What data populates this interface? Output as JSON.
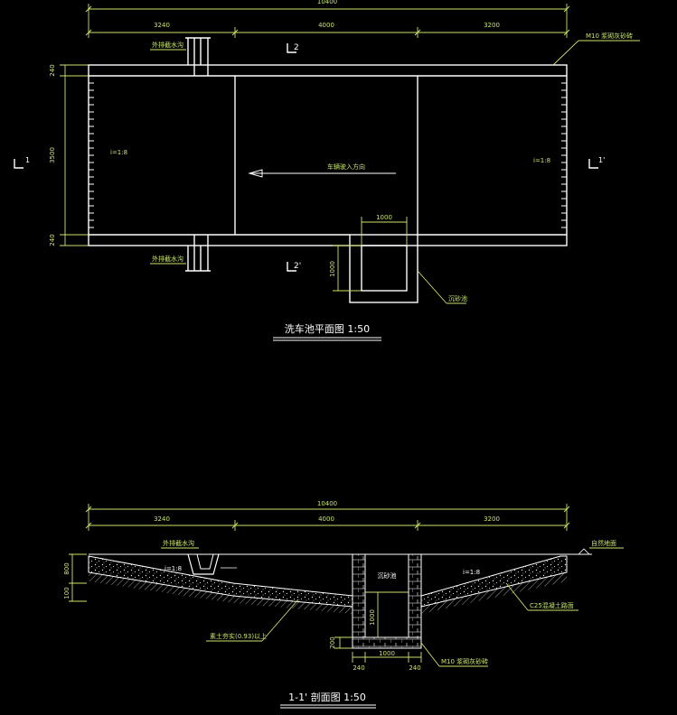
{
  "plan": {
    "dim_total": "10400",
    "dim_left": "3240",
    "dim_mid": "4000",
    "dim_right": "3200",
    "dim_side_top": "240",
    "dim_side_mid": "3500",
    "dim_side_bot": "240",
    "label_wall": "M10 浆砌灰砂砖",
    "label_drain_top": "外排截水沟",
    "label_drain_bot": "外排截水沟",
    "label_slope_left": "i=1:8",
    "label_slope_right": "i=1:8",
    "label_direction": "车辆驶入方向",
    "label_pit_w": "1000",
    "label_pit_h": "1000",
    "label_pit": "沉砂池",
    "sec_mark_1": "1",
    "sec_mark_1r": "1'",
    "sec_mark_2": "2",
    "sec_mark_2b": "2'",
    "title": "洗车池平面图 1:50"
  },
  "section": {
    "dim_total": "10400",
    "dim_left": "3240",
    "dim_mid": "4000",
    "dim_right": "3200",
    "label_drain": "外排截水沟",
    "label_ground": "自然地面",
    "label_slope_left": "i=1:8",
    "label_slope_right": "i=1:8",
    "label_pit": "沉砂池",
    "label_concrete": "C25混凝土路面",
    "label_soil": "素土夯实(0.93)以上",
    "label_brick": "M10 浆砌灰砂砖",
    "dim_depth_800": "800",
    "dim_depth_100": "100",
    "dim_pit_depth": "1000",
    "dim_pit_w": "1000",
    "dim_wall_l": "240",
    "dim_wall_r": "240",
    "dim_base": "200",
    "title": "1-1' 剖面图 1:50"
  }
}
